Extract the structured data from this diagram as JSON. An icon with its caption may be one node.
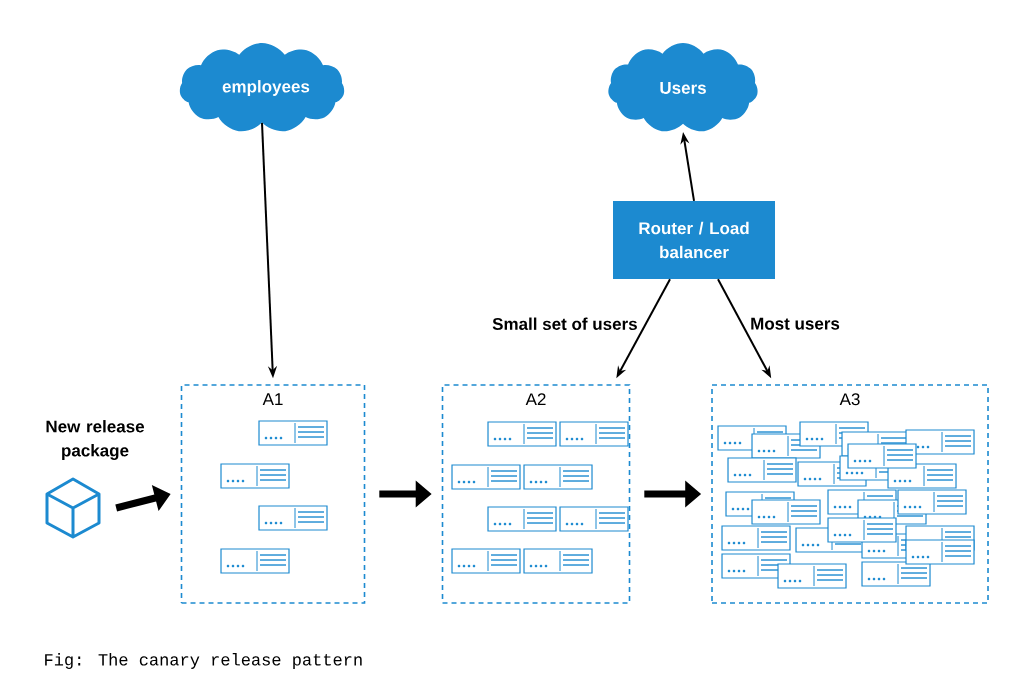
{
  "diagram": {
    "caption": "Fig: The canary release pattern",
    "nodes": [
      {
        "text": [
          "employees"
        ]
      },
      {
        "text": [
          "Users"
        ]
      },
      {
        "text": [
          "Router / Load balancer"
        ]
      },
      {
        "text": [
          "A1"
        ]
      },
      {
        "text": [
          "A2"
        ]
      },
      {
        "text": [
          "A3"
        ]
      },
      {
        "text": [],
        "shape": "picture",
        "beside": [
          "New release package"
        ]
      }
    ],
    "edges": [
      {
        "from": 0,
        "to": 3,
        "arrow": "to"
      },
      {
        "from": 2,
        "to": 1,
        "arrow": "to"
      },
      {
        "from": 2,
        "to": 4,
        "arrow": "to",
        "label": "Small set of users"
      },
      {
        "from": 2,
        "to": 5,
        "arrow": "to",
        "label": "Most users"
      },
      {
        "from": 6,
        "to": 3,
        "arrow": "to",
        "style": "thick"
      },
      {
        "from": 3,
        "to": 4,
        "arrow": "to",
        "style": "thick"
      },
      {
        "from": 4,
        "to": 5,
        "arrow": "to",
        "style": "thick"
      }
    ]
  }
}
